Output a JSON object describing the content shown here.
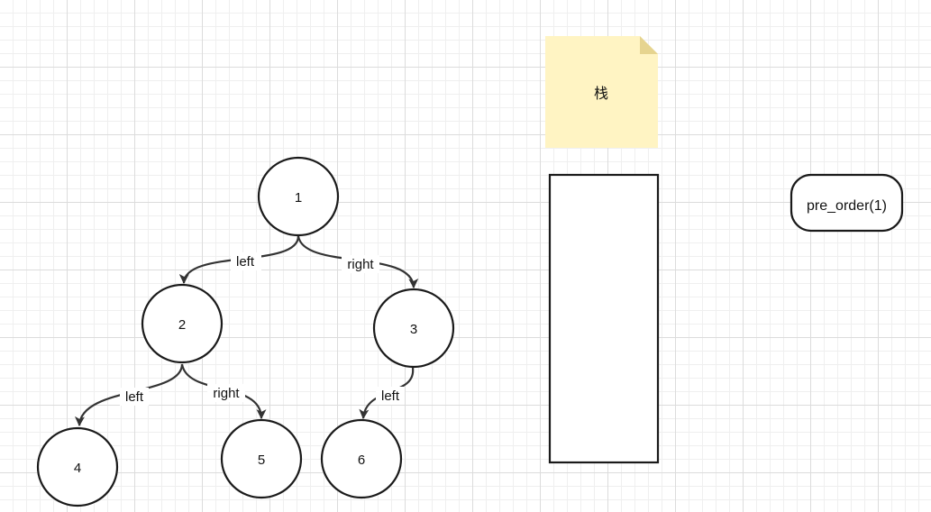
{
  "tree": {
    "nodes": [
      {
        "id": "1",
        "label": "1"
      },
      {
        "id": "2",
        "label": "2"
      },
      {
        "id": "3",
        "label": "3"
      },
      {
        "id": "4",
        "label": "4"
      },
      {
        "id": "5",
        "label": "5"
      },
      {
        "id": "6",
        "label": "6"
      }
    ],
    "edges": [
      {
        "from": "1",
        "to": "2",
        "label": "left"
      },
      {
        "from": "1",
        "to": "3",
        "label": "right"
      },
      {
        "from": "2",
        "to": "4",
        "label": "left"
      },
      {
        "from": "2",
        "to": "5",
        "label": "right"
      },
      {
        "from": "3",
        "to": "6",
        "label": "left"
      }
    ]
  },
  "note": {
    "label": "栈",
    "color": "#fff4c3",
    "fold_color": "#e6d48f"
  },
  "stack": {
    "items": []
  },
  "call": {
    "label": "pre_order(1)"
  },
  "colors": {
    "stroke": "#1a1a1a",
    "edge": "#333333"
  }
}
